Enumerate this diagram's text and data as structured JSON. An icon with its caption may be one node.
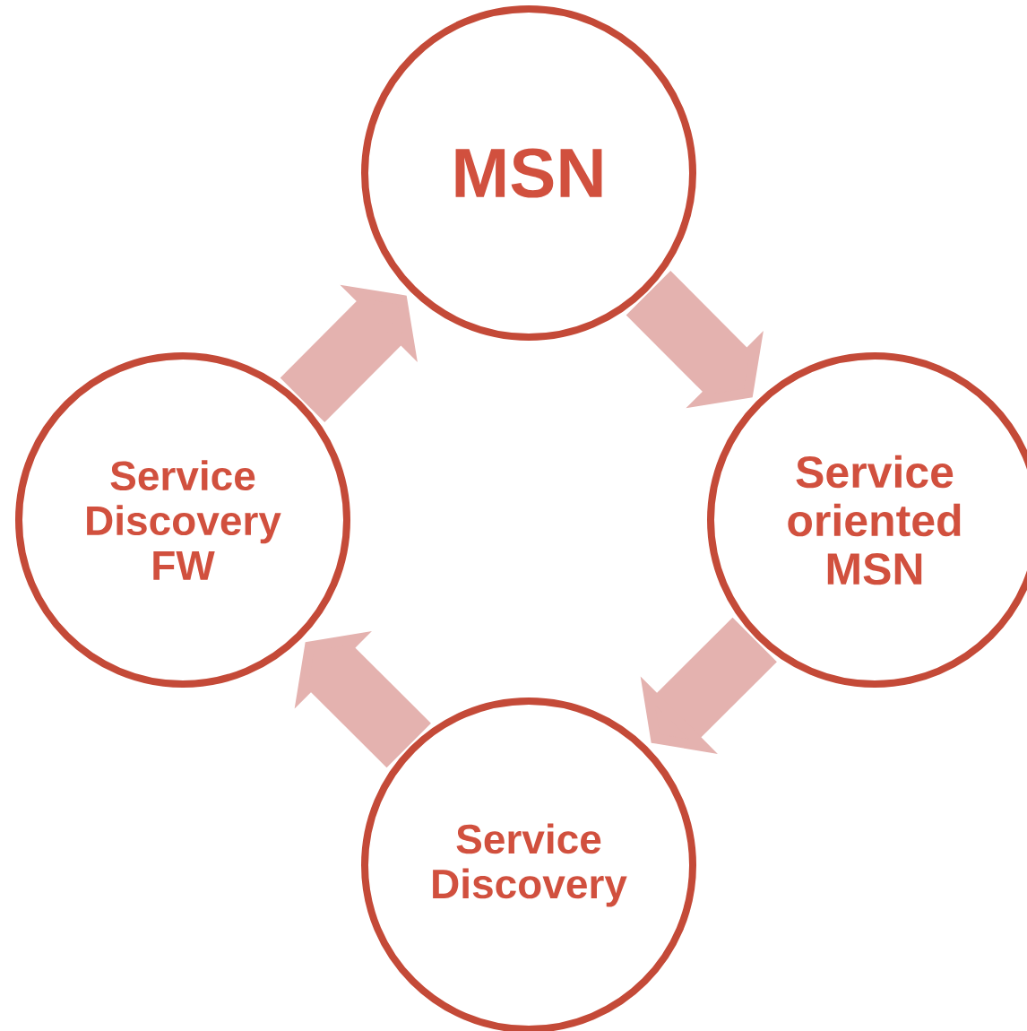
{
  "diagram": {
    "nodes": [
      {
        "text": [
          "MSN"
        ]
      },
      {
        "text": [
          "Service oriented MSN"
        ]
      },
      {
        "text": [
          "Service Discovery"
        ]
      },
      {
        "text": [
          "Service Discovery FW"
        ]
      }
    ],
    "edges": [
      {
        "from": 0,
        "to": 1,
        "arrow": "to"
      },
      {
        "from": 1,
        "to": 2,
        "arrow": "to"
      },
      {
        "from": 2,
        "to": 3,
        "arrow": "to"
      },
      {
        "from": 3,
        "to": 0,
        "arrow": "to"
      }
    ]
  }
}
